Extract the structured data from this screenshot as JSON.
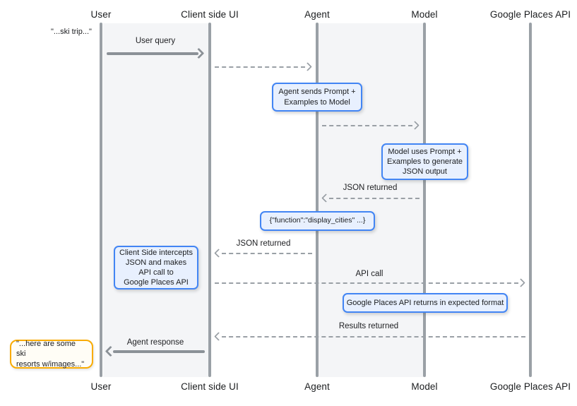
{
  "actors": [
    {
      "label": "User"
    },
    {
      "label": "Client side UI"
    },
    {
      "label": "Agent"
    },
    {
      "label": "Model"
    },
    {
      "label": "Google Places API"
    }
  ],
  "quotes": {
    "user_input": "\"...ski trip...\"",
    "agent_output": "\"...here are some ski\nresorts w/images...\""
  },
  "messages": {
    "user_query": "User query",
    "json_returned_to_agent": "JSON returned",
    "json_returned_to_client": "JSON returned",
    "api_call": "API call",
    "results_returned": "Results returned",
    "agent_response": "Agent response"
  },
  "notes": {
    "agent_sends_prompt": "Agent sends Prompt +\nExamples to Model",
    "model_generates_json": "Model uses Prompt +\nExamples to generate\nJSON output",
    "function_json": "{\"function\":\"display_cities\" ...}",
    "client_intercepts": "Client Side intercepts\nJSON and makes\nAPI call to\nGoogle Places API",
    "places_returns": "Google Places API returns in expected format"
  },
  "colors": {
    "note_border": "#4285f4",
    "note_fill": "#e8f0fe",
    "quote_border": "#f9ab00",
    "line_gray": "#9aa0a6",
    "band_gray": "#f4f5f7"
  }
}
